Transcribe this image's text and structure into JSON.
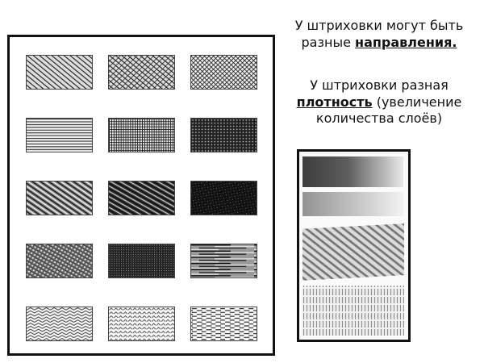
{
  "captions": {
    "directions": {
      "line1": "У штриховки могут быть",
      "line2_prefix": "разные ",
      "line2_emphasis": "направления."
    },
    "density": {
      "line1": "У штриховки разная",
      "line2_emphasis": "плотность",
      "line2_suffix": " (увеличение",
      "line3": "количества слоёв)"
    }
  },
  "hatch_grid": {
    "rows": 5,
    "columns": 3,
    "swatches": [
      [
        "diagonal-lines",
        "diagonal-cross",
        "dense-diagonal-cross"
      ],
      [
        "horizontal-lines",
        "grid-lines",
        "dense-dotted-grid"
      ],
      [
        "diagonal-strokes-light",
        "diagonal-strokes-dark",
        "dense-dark-scribble"
      ],
      [
        "crosshatch-scribble",
        "dense-stipple",
        "horizontal-strokes"
      ],
      [
        "zigzag-chevron",
        "chevron-dashes",
        "dashed-brick"
      ]
    ]
  },
  "pencil_samples": [
    "gradient-dark-to-light",
    "soft-tone-gradient",
    "diagonal-pencil-hatch",
    "vertical-pencil-hatch"
  ],
  "colors": {
    "ink": "#111111",
    "paper": "#ffffff",
    "pencil": "#555555"
  }
}
